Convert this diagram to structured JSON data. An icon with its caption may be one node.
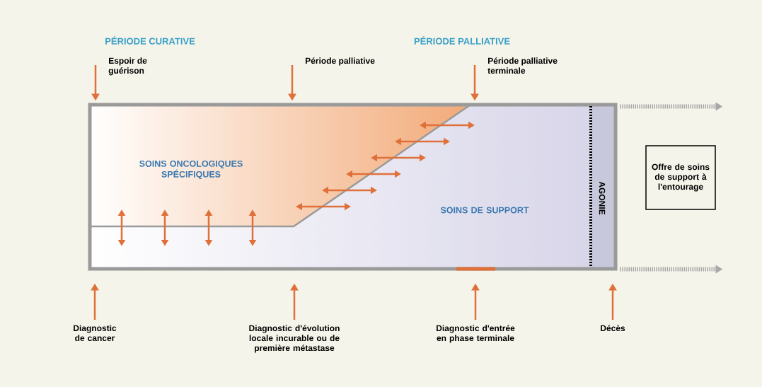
{
  "diagram": {
    "nodes": [
      {
        "text": [
          "SOINS ONCOLOGIQUES SPÉCIFIQUES",
          "SOINS DE SUPPORT"
        ]
      },
      {
        "text": [
          "Espoir de guérison"
        ]
      },
      {
        "text": [
          "Période palliative"
        ]
      },
      {
        "text": [
          "Période palliative terminale"
        ]
      },
      {
        "text": [
          "Offre de soins de support à l'entourage"
        ]
      },
      {
        "text": [
          "Diagnostic de cancer"
        ]
      },
      {
        "text": [
          "Diagnostic d'évolution locale incurable ou de première métastase"
        ]
      },
      {
        "text": [
          "Diagnostic d'entrée en phase terminale"
        ]
      },
      {
        "text": [
          "Décès"
        ]
      }
    ],
    "edges": [
      {
        "from": 1,
        "to": 0,
        "arrow": "to"
      },
      {
        "from": 2,
        "to": 0,
        "arrow": "to"
      },
      {
        "from": 3,
        "to": 0,
        "arrow": "to"
      },
      {
        "from": 0,
        "to": null,
        "arrow": "to",
        "style": "dashed",
        "color": "#a8a8a8"
      },
      {
        "from": 0,
        "to": null,
        "arrow": "to",
        "style": "dashed",
        "color": "#a8a8a8"
      },
      {
        "from": 5,
        "to": 0,
        "arrow": "to"
      },
      {
        "from": 6,
        "to": 0,
        "arrow": "to"
      },
      {
        "from": 7,
        "to": 0,
        "arrow": "to"
      },
      {
        "from": 8,
        "to": 0,
        "arrow": "to"
      }
    ],
    "labels": [
      "PÉRIODE CURATIVE",
      "PÉRIODE PALLIATIVE",
      "AGONIE"
    ]
  }
}
